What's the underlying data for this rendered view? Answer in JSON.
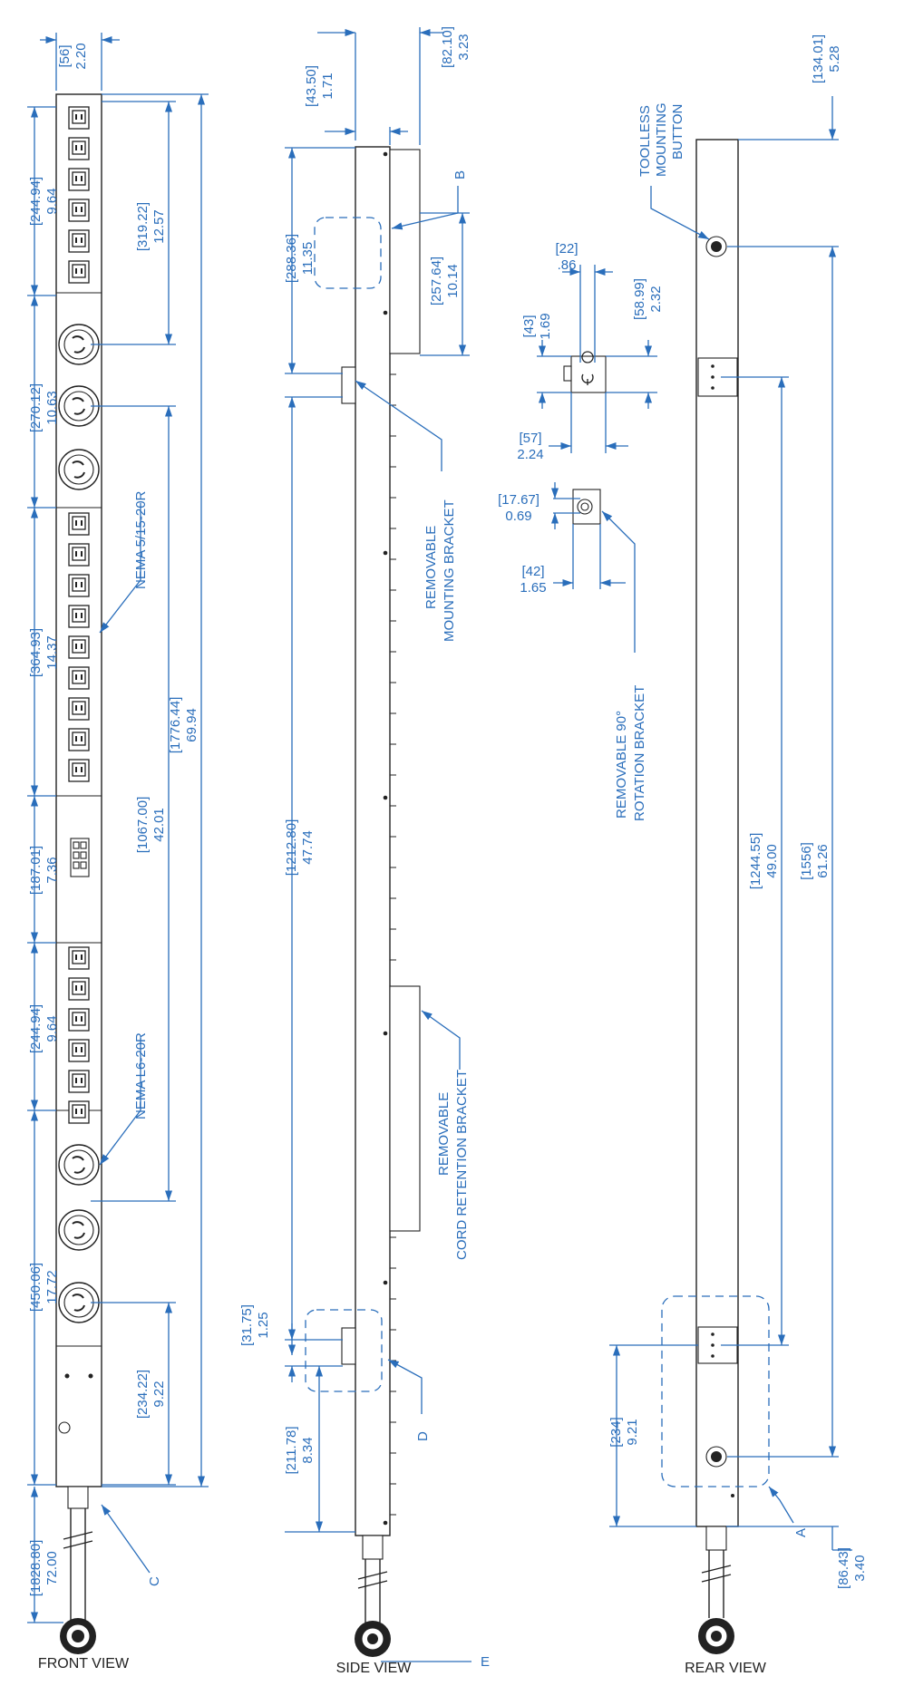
{
  "views": {
    "front": "FRONT VIEW",
    "side": "SIDE VIEW",
    "rear": "REAR VIEW"
  },
  "front_dims": {
    "top_width": [
      "[56]",
      "2.20"
    ],
    "d1": [
      "[244.94]",
      "9.64"
    ],
    "d2": [
      "[319.22]",
      "12.57"
    ],
    "d3": [
      "[270.12]",
      "10.63"
    ],
    "d4": [
      "[364.93]",
      "14.37"
    ],
    "d5": [
      "[1776.44]",
      "69.94"
    ],
    "d6": [
      "[187.01]",
      "7.36"
    ],
    "d7": [
      "[1067.00]",
      "42.01"
    ],
    "d8": [
      "[244.94]",
      "9.64"
    ],
    "d9": [
      "[450.06]",
      "17.72"
    ],
    "d10": [
      "[234.22]",
      "9.22"
    ],
    "d11": [
      "[1828.80]",
      "72.00"
    ]
  },
  "front_labels": {
    "nema_515": "NEMA 5/15-20R",
    "nema_l6": "NEMA L6-20R",
    "c": "C"
  },
  "side_dims": {
    "s1": [
      "[43.50]",
      "1.71"
    ],
    "s2": [
      "[82.10]",
      "3.23"
    ],
    "s3": [
      "[288.36]",
      "11.35"
    ],
    "s4": [
      "[257.64]",
      "10.14"
    ],
    "s5": [
      "[1212.80]",
      "47.74"
    ],
    "s6": [
      "[31.75]",
      "1.25"
    ],
    "s7": [
      "[211.78]",
      "8.34"
    ]
  },
  "side_labels": {
    "b": "B",
    "d": "D",
    "e": "E",
    "mount_1": "REMOVABLE",
    "mount_2": "MOUNTING BRACKET",
    "cord_1": "REMOVABLE",
    "cord_2": "CORD RETENTION BRACKET"
  },
  "detail_dims": {
    "k1": [
      "[22]",
      ".86"
    ],
    "k2": [
      "[43]",
      "1.69"
    ],
    "k3": [
      "[58.99]",
      "2.32"
    ],
    "k4": [
      "[57]",
      "2.24"
    ],
    "k5": [
      "[17.67]",
      "0.69"
    ],
    "k6": [
      "[42]",
      "1.65"
    ]
  },
  "detail_labels": {
    "rot_1": "REMOVABLE 90°",
    "rot_2": "ROTATION BRACKET"
  },
  "rear_dims": {
    "r1": [
      "[134.01]",
      "5.28"
    ],
    "r2": [
      "[1244.55]",
      "49.00"
    ],
    "r3": [
      "[1556]",
      "61.26"
    ],
    "r4": [
      "[234]",
      "9.21"
    ],
    "r5": [
      "[86.43]",
      "3.40"
    ]
  },
  "rear_labels": {
    "toolless_1": "TOOLLESS",
    "toolless_2": "MOUNTING",
    "toolless_3": "BUTTON",
    "a": "A"
  },
  "colors": {
    "dimension": "#2a6ebb",
    "outline": "#222222"
  }
}
